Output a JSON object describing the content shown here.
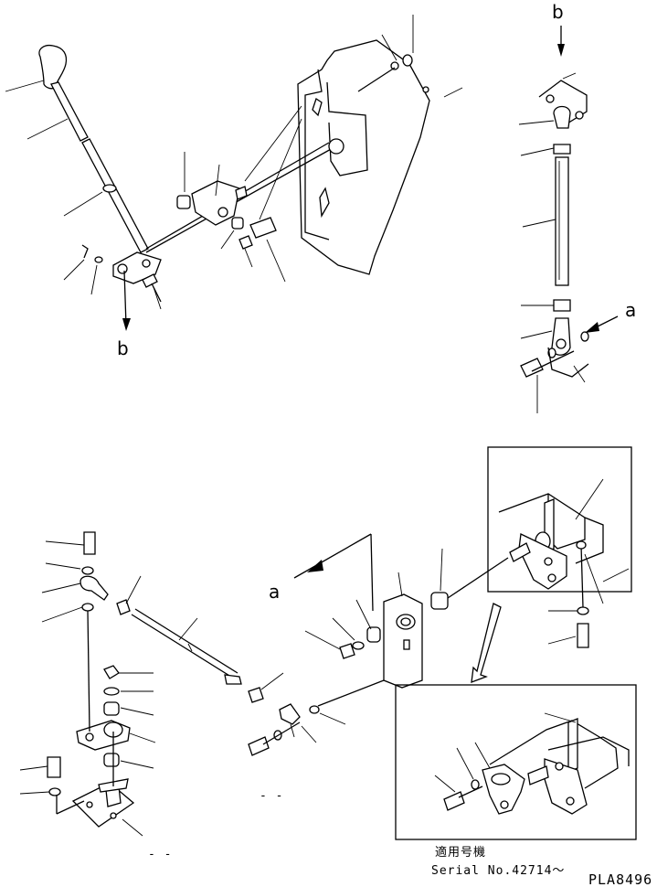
{
  "diagram": {
    "view_label_b_top": "b",
    "view_label_b_lower": "b",
    "view_label_a_right": "a",
    "view_label_a_lower": "a",
    "applicable_model_label": "適用号機",
    "serial_note": "Serial No.42714～",
    "drawing_code": "PLA8496",
    "blank_ref_1": "- -",
    "blank_ref_2": "- -"
  }
}
